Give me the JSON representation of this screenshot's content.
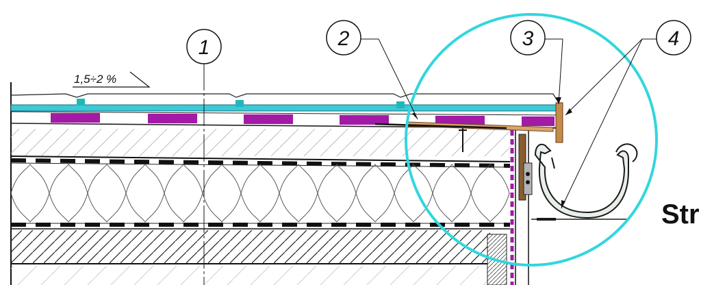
{
  "slope_label": "1,5÷2 %",
  "callouts": [
    {
      "id": "1",
      "label": "1"
    },
    {
      "id": "2",
      "label": "2"
    },
    {
      "id": "3",
      "label": "3"
    },
    {
      "id": "4",
      "label": "4"
    }
  ],
  "cut_off_text": "Str",
  "colors": {
    "membrane": "#3cc9d8",
    "purple_batten": "#a21aa6",
    "teal_clip": "#1fb8b8",
    "detail_circle": "#33d6de",
    "gutter_fill": "#e8eee8",
    "gutter_outline": "#1a1a1a",
    "fascia_brown": "#b07a3c",
    "line": "#1a1a1a"
  }
}
